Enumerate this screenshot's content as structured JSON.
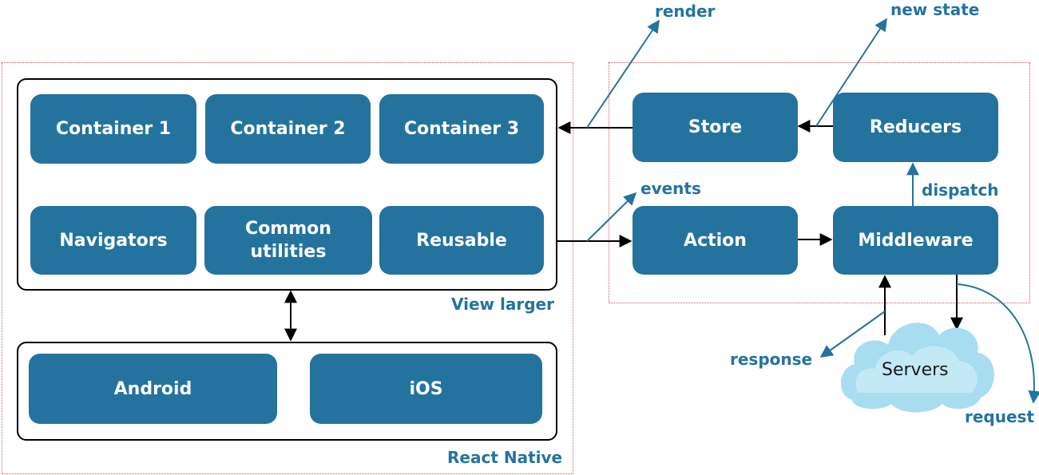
{
  "view_layer": {
    "label": "View larger",
    "containers": [
      "Container 1",
      "Container 2",
      "Container 3"
    ],
    "bottom_row": [
      "Navigators",
      "Common\nutilities",
      "Reusable"
    ]
  },
  "react_native": {
    "label": "React Native",
    "platforms": [
      "Android",
      "iOS"
    ]
  },
  "redux": {
    "store": "Store",
    "reducers": "Reducers",
    "action": "Action",
    "middleware": "Middleware"
  },
  "edge_labels": {
    "render": "render",
    "new_state": "new state",
    "events": "events",
    "dispatch": "dispatch",
    "response": "response",
    "request": "request"
  },
  "servers": "Servers",
  "colors": {
    "box_fill": "#24739f",
    "label_text": "#24739f",
    "dotted_border": "#d9534f",
    "cloud": "#a8dcf0"
  }
}
